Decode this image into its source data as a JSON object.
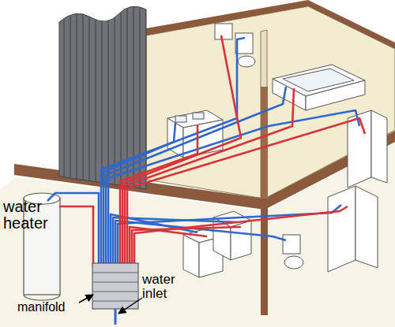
{
  "diagram": {
    "labels": [
      "water heater",
      "manifold",
      "water inlet"
    ]
  }
}
